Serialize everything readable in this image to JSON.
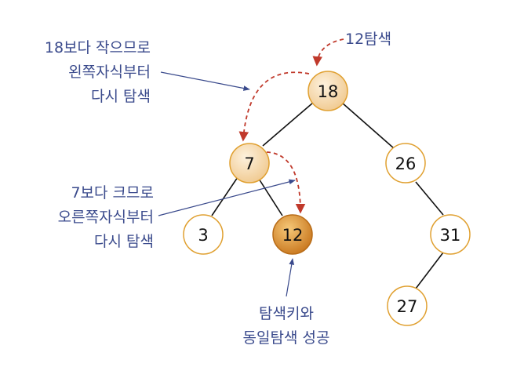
{
  "nodes": {
    "n18": "18",
    "n7": "7",
    "n26": "26",
    "n3": "3",
    "n12": "12",
    "n31": "31",
    "n27": "27"
  },
  "annotations": {
    "search_key": "12탐색",
    "left_note": [
      "18보다 작으므로",
      "왼쪽자식부터",
      "다시 탐색"
    ],
    "right_note": [
      "7보다 크므로",
      "오른쪽자식부터",
      "다시 탐색"
    ],
    "found_note": [
      "탐색키와",
      "동일탐색 성공"
    ]
  },
  "colors": {
    "annotation_text": "#3a4a8c",
    "search_path_arrow": "#c0392b",
    "visited_fill": "#f5d7a8",
    "found_fill": "#d98a2b",
    "node_border": "#e0a030",
    "edge": "#111111"
  }
}
